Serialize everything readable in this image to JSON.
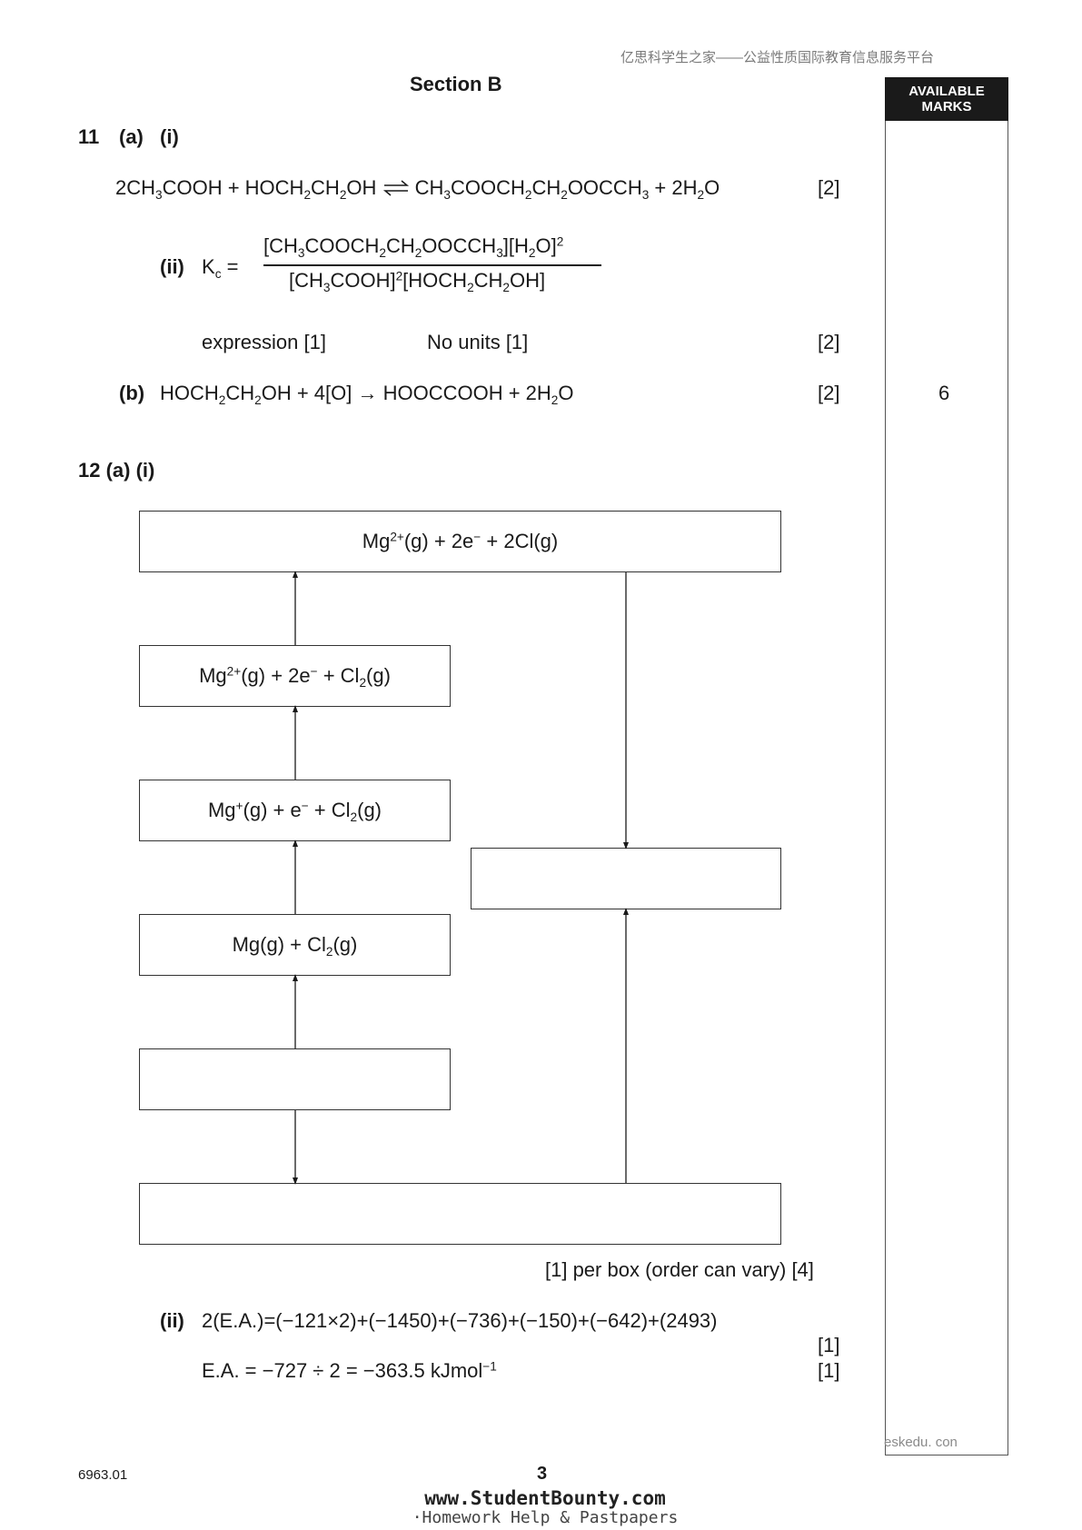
{
  "header": {
    "watermark": "亿思科学生之家——公益性质国际教育信息服务平台"
  },
  "marks_column": {
    "heading_line1": "AVAILABLE",
    "heading_line2": "MARKS",
    "q11_total": "6"
  },
  "section_title": "Section B",
  "q11": {
    "label_num": "11",
    "label_a": "(a)",
    "label_i": "(i)",
    "equation_mark": "[2]",
    "ii_label": "(ii)",
    "expression_note": "expression [1]",
    "units_note": "No units [1]",
    "ii_mark": "[2]",
    "b_label": "(b)",
    "b_mark": "[2]"
  },
  "q12": {
    "label": "12 (a) (i)",
    "boxes": {
      "top": "",
      "mg2_cl2": "",
      "mg1": "",
      "mg_gas": "",
      "blank_left": "",
      "blank_right": "",
      "blank_bottom": ""
    },
    "per_box_note": "[1] per box (order can vary) [4]",
    "ii_label": "(ii)",
    "ii_line1": "2(E.A.)=(−121×2)+(−1450)+(−736)+(−150)+(−642)+(2493)",
    "ii_mark1": "[1]",
    "ii_line2_prefix": "E.A. = −727 ÷ 2 = −363.5 kJmol",
    "ii_line2_exp": "−1",
    "ii_mark2": "[1]"
  },
  "footer": {
    "code": "6963.01",
    "page_number": "3",
    "logo_line1": "www.StudentBounty.com",
    "logo_line2": "·Homework Help & Pastpapers",
    "corner_mark": "eskedu. con"
  }
}
